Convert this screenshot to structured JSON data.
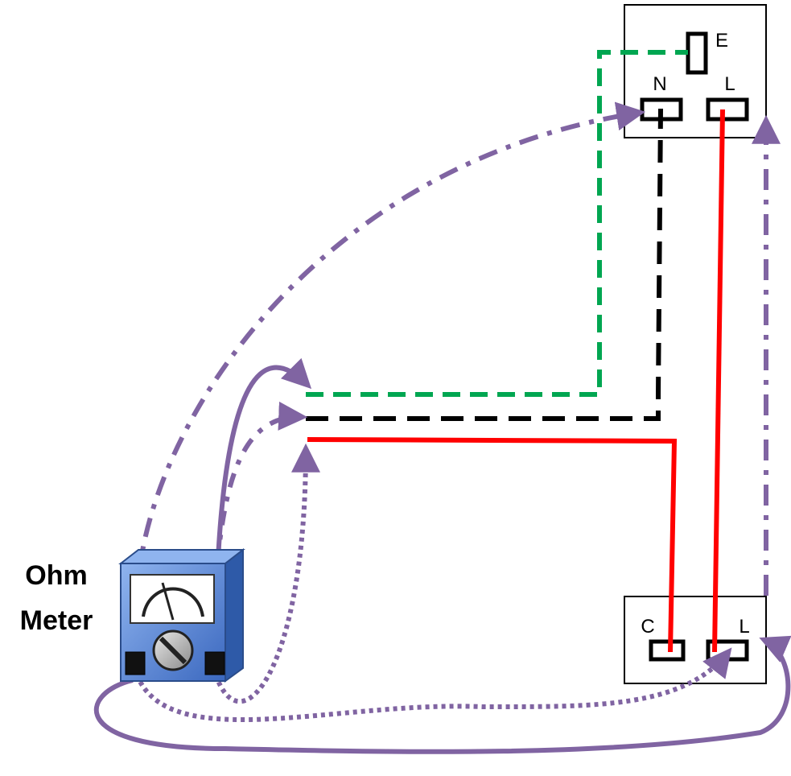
{
  "meter": {
    "line1": "Ohm",
    "line2": "Meter"
  },
  "socket": {
    "earth_label": "E",
    "neutral_label": "N",
    "live_label": "L"
  },
  "switch": {
    "common_label": "C",
    "live_label": "L"
  },
  "colors": {
    "earth": "#00a651",
    "neutral": "#000000",
    "live": "#ff0000",
    "probe": "#8064a2",
    "meter_body": "#4f7fd0"
  }
}
